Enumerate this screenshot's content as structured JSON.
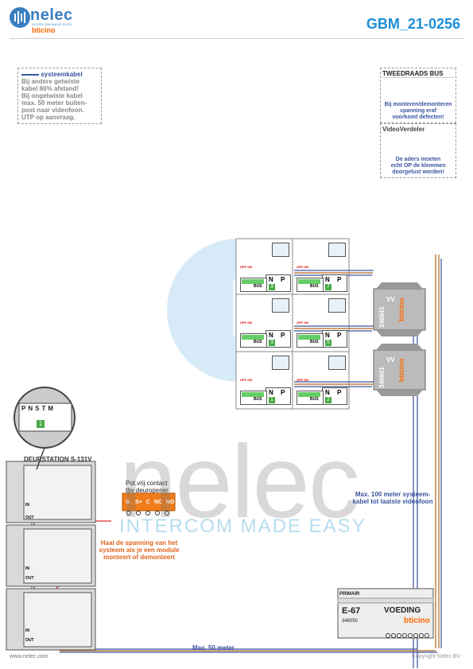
{
  "header": {
    "brand": "nelec",
    "brand_tagline": "INTERCOM MADE EASY",
    "partner": "bticino",
    "doc_code": "GBM_21-0256"
  },
  "notes": {
    "cable": {
      "key": "systeemkabel",
      "lines": [
        "Bij andere getwiste",
        "kabel 66% afstand!",
        "Bij ongetwiste kabel",
        "max. 50 meter buiten-",
        "post naar videofoon.",
        "UTP op aanvraag."
      ]
    },
    "bus": {
      "title": "TWEEDRAADS BUS",
      "warning": [
        "Bij monteren/demonteren",
        "spanning eraf",
        "voorkomt defecten!"
      ]
    },
    "verdeler": {
      "title": "VideoVerdeler",
      "warning": [
        "De aders moeten",
        "echt OP de klemmen",
        "doorgelust worden!"
      ]
    }
  },
  "devices": {
    "door_station": "DEURSTATION S-131V",
    "contact": [
      "Pot.vrij contact",
      "tbv deuropener"
    ],
    "contact_terminals": [
      "S-",
      "S+",
      "C",
      "NC",
      "NO"
    ],
    "power_warning": [
      "Haal de spanning van het",
      "systeem als je een module",
      "monteert of demonteert"
    ],
    "psu_title": "VOEDING",
    "psu_model": "E-67",
    "psu_code": "346050",
    "psu_primary": "PRIMAIR",
    "psu_brand": "bticino",
    "splitter_code": "346841",
    "splitter_brand": "bticino",
    "splitter_label": "VV",
    "monitor_numbers": [
      "3",
      "7",
      "3",
      "5",
      "1",
      "2"
    ],
    "off_on": "OFF ON",
    "np_labels": [
      "N",
      "P"
    ],
    "bus_label": "BUS",
    "keypad_labels": [
      "P",
      "N",
      "S",
      "T",
      "M"
    ],
    "keypad_number": "1",
    "module_labels": [
      "IN",
      "OUT"
    ]
  },
  "cable_notes": {
    "max100": [
      "Max. 100 meter systeem-",
      "kabel tot laatste videofoon"
    ],
    "max50": "Max. 50 meter"
  },
  "footer": {
    "website": "www.nelec.com",
    "copyright": "Copyright Nelec BV"
  },
  "colors": {
    "brand_blue": "#3a7fc1",
    "code_blue": "#1a8fd8",
    "orange": "#e0641c",
    "wire_blue": "#3a55a0",
    "wire_brown": "#b5651d"
  }
}
